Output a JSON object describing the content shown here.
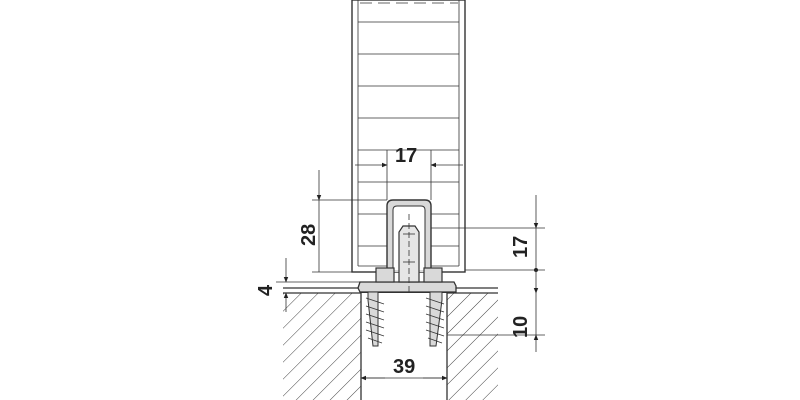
{
  "dimensions": {
    "top_width": "17",
    "left_height": "28",
    "right_height": "17",
    "gap": "4",
    "floor_depth": "10",
    "base_width": "39"
  },
  "colors": {
    "line": "#333333",
    "fill_grey": "#d9d9d9",
    "background": "#ffffff"
  }
}
